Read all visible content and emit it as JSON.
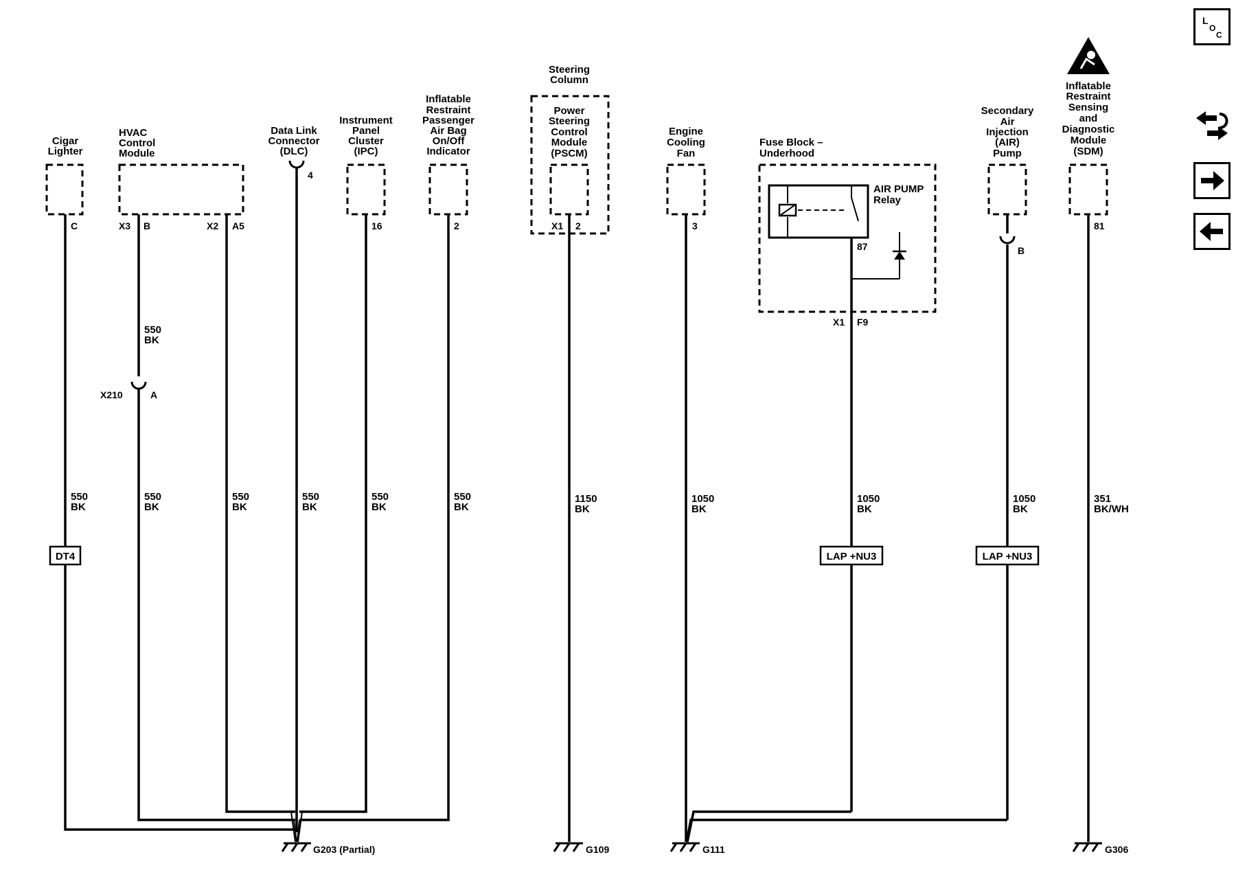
{
  "components": {
    "cigar_lighter": [
      "Cigar",
      "Lighter"
    ],
    "hvac": [
      "HVAC",
      "Control",
      "Module"
    ],
    "dlc": [
      "Data Link",
      "Connector",
      "(DLC)"
    ],
    "ipc": [
      "Instrument",
      "Panel",
      "Cluster",
      "(IPC)"
    ],
    "pass_airbag": [
      "Inflatable",
      "Restraint",
      "Passenger",
      "Air Bag",
      "On/Off",
      "Indicator"
    ],
    "steering_column": [
      "Steering",
      "Column"
    ],
    "pscm": [
      "Power",
      "Steering",
      "Control",
      "Module",
      "(PSCM)"
    ],
    "cooling_fan": [
      "Engine",
      "Cooling",
      "Fan"
    ],
    "fuse_block": [
      "Fuse Block –",
      "Underhood"
    ],
    "air_pump_relay": [
      "AIR PUMP",
      "Relay"
    ],
    "air_pump": [
      "Secondary",
      "Air",
      "Injection",
      "(AIR)",
      "Pump"
    ],
    "sdm": [
      "Inflatable",
      "Restraint",
      "Sensing",
      "and",
      "Diagnostic",
      "Module",
      "(SDM)"
    ]
  },
  "pins": {
    "cigar": "C",
    "hvac_x3": "X3",
    "hvac_b": "B",
    "hvac_x2": "X2",
    "hvac_a5": "A5",
    "dlc": "4",
    "ipc": "16",
    "airbag": "2",
    "pscm_x1": "X1",
    "pscm_2": "2",
    "fan": "3",
    "relay_87": "87",
    "fuse_x1": "X1",
    "fuse_f9": "F9",
    "air_b": "B",
    "sdm": "81",
    "x210": "X210",
    "x210_a": "A"
  },
  "wires": {
    "hvac_upper": [
      "550",
      "BK"
    ],
    "cigar": [
      "550",
      "BK"
    ],
    "hvac": [
      "550",
      "BK"
    ],
    "hvac_a5": [
      "550",
      "BK"
    ],
    "dlc": [
      "550",
      "BK"
    ],
    "ipc": [
      "550",
      "BK"
    ],
    "airbag": [
      "550",
      "BK"
    ],
    "pscm": [
      "1150",
      "BK"
    ],
    "fan": [
      "1050",
      "BK"
    ],
    "fuse": [
      "1050",
      "BK"
    ],
    "air": [
      "1050",
      "BK"
    ],
    "sdm": [
      "351",
      "BK/WH"
    ]
  },
  "options": {
    "dt4": "DT4",
    "lap1": "LAP +NU3",
    "lap2": "LAP +NU3"
  },
  "grounds": {
    "g203": "G203 (Partial)",
    "g109": "G109",
    "g111": "G111",
    "g306": "G306"
  },
  "nav": {
    "loc_l": "L",
    "loc_o": "O",
    "loc_c": "C"
  }
}
